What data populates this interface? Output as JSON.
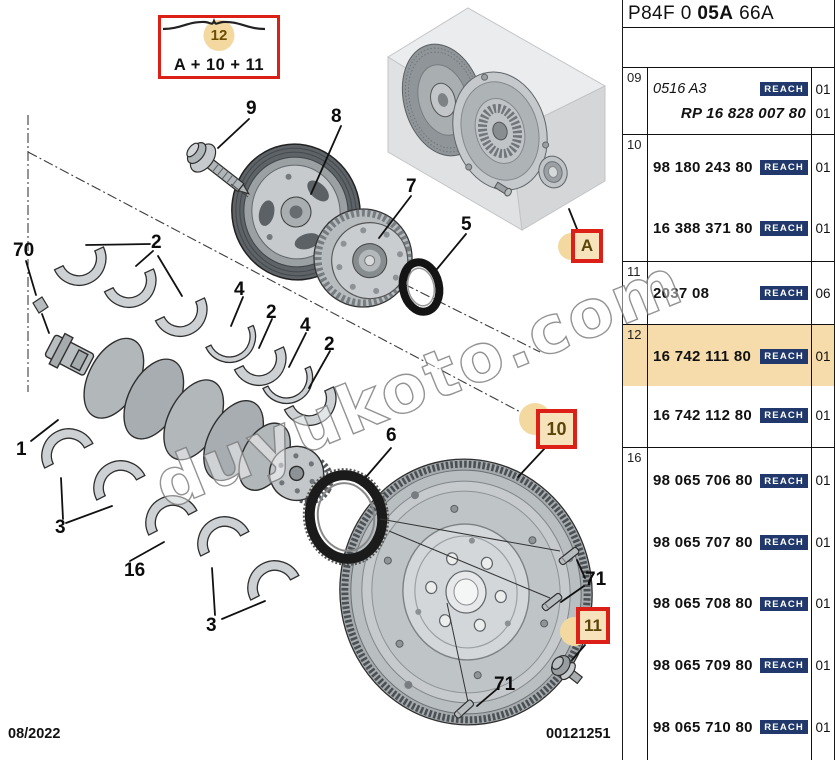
{
  "table": {
    "header": {
      "prefix": "P84F 0 ",
      "bold": "05A",
      "suffix": " 66A"
    },
    "badge_label": "REACH",
    "groups": [
      {
        "ref": "09",
        "rows": [
          {
            "text": "0516 A3",
            "style": "italic",
            "badge": true,
            "qty": "01"
          },
          {
            "text": "RP 16 828 007 80",
            "style": "rp",
            "badge": false,
            "qty": "01"
          }
        ]
      },
      {
        "ref": "10",
        "rows": [
          {
            "text": "98 180 243 80",
            "badge": true,
            "qty": "01"
          },
          {
            "text": "16 388 371 80",
            "badge": true,
            "qty": "01"
          }
        ]
      },
      {
        "ref": "11",
        "rows": [
          {
            "text": "2037 08",
            "badge": true,
            "qty": "06"
          }
        ]
      },
      {
        "ref": "12",
        "rows": [
          {
            "text": "16 742 111 80",
            "badge": true,
            "qty": "01",
            "highlight": true
          },
          {
            "text": "16 742 112 80",
            "badge": true,
            "qty": "01"
          }
        ]
      },
      {
        "ref": "16",
        "rows": [
          {
            "text": "98 065 706 80",
            "badge": true,
            "qty": "01"
          },
          {
            "text": "98 065 707 80",
            "badge": true,
            "qty": "01"
          },
          {
            "text": "98 065 708 80",
            "badge": true,
            "qty": "01"
          },
          {
            "text": "98 065 709 80",
            "badge": true,
            "qty": "01"
          },
          {
            "text": "98 065 710 80",
            "badge": true,
            "qty": "01"
          }
        ]
      }
    ]
  },
  "diagram": {
    "legend": {
      "number": "12",
      "formula": "A + 10 + 11"
    },
    "boxed_labels": {
      "a": "A",
      "n10": "10",
      "n11": "11"
    },
    "callouts": {
      "c1": "1",
      "c2": "2",
      "c3": "3",
      "c4": "4",
      "c5": "5",
      "c6": "6",
      "c7": "7",
      "c8": "8",
      "c9": "9",
      "c16": "16",
      "c70": "70",
      "c71": "71"
    },
    "watermark": "duyukoto.com",
    "footer": {
      "date": "08/2022",
      "doc_number": "00121251"
    }
  },
  "colors": {
    "accent_red": "#dc1f17",
    "row_highlight": "#f7dcab",
    "badge_bg": "#20386b",
    "label_fill": "#f6e3bb"
  }
}
